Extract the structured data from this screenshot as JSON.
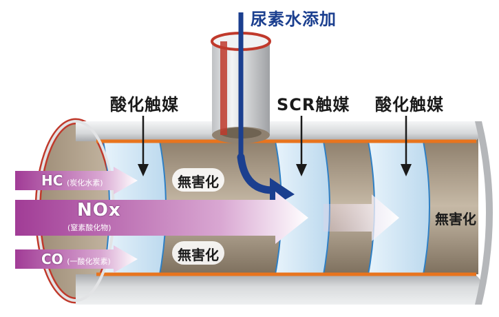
{
  "labels": {
    "urea": "尿素水添加",
    "catalyst_left": "酸化触媒",
    "catalyst_mid": "SCR触媒",
    "catalyst_right": "酸化触媒",
    "harmless_top": "無害化",
    "harmless_bottom": "無害化",
    "harmless_right": "無害化"
  },
  "gases": {
    "hc": {
      "formula": "HC",
      "name": "(炭化水素)"
    },
    "nox": {
      "formula": "NOx",
      "name": "(窒素酸化物)"
    },
    "co": {
      "formula": "CO",
      "name": "(一酸化炭素)"
    }
  },
  "colors": {
    "pipe_wall": "#d4d6d8",
    "pipe_inner": "#a99a86",
    "pipe_edge": "#c0392b",
    "accent_orange": "#e8741e",
    "catalyst": "#cfe6f5",
    "catalyst_edge": "#2e7fc4",
    "urea_blue": "#1b3f8f",
    "gas_purple": "#a13c96"
  }
}
